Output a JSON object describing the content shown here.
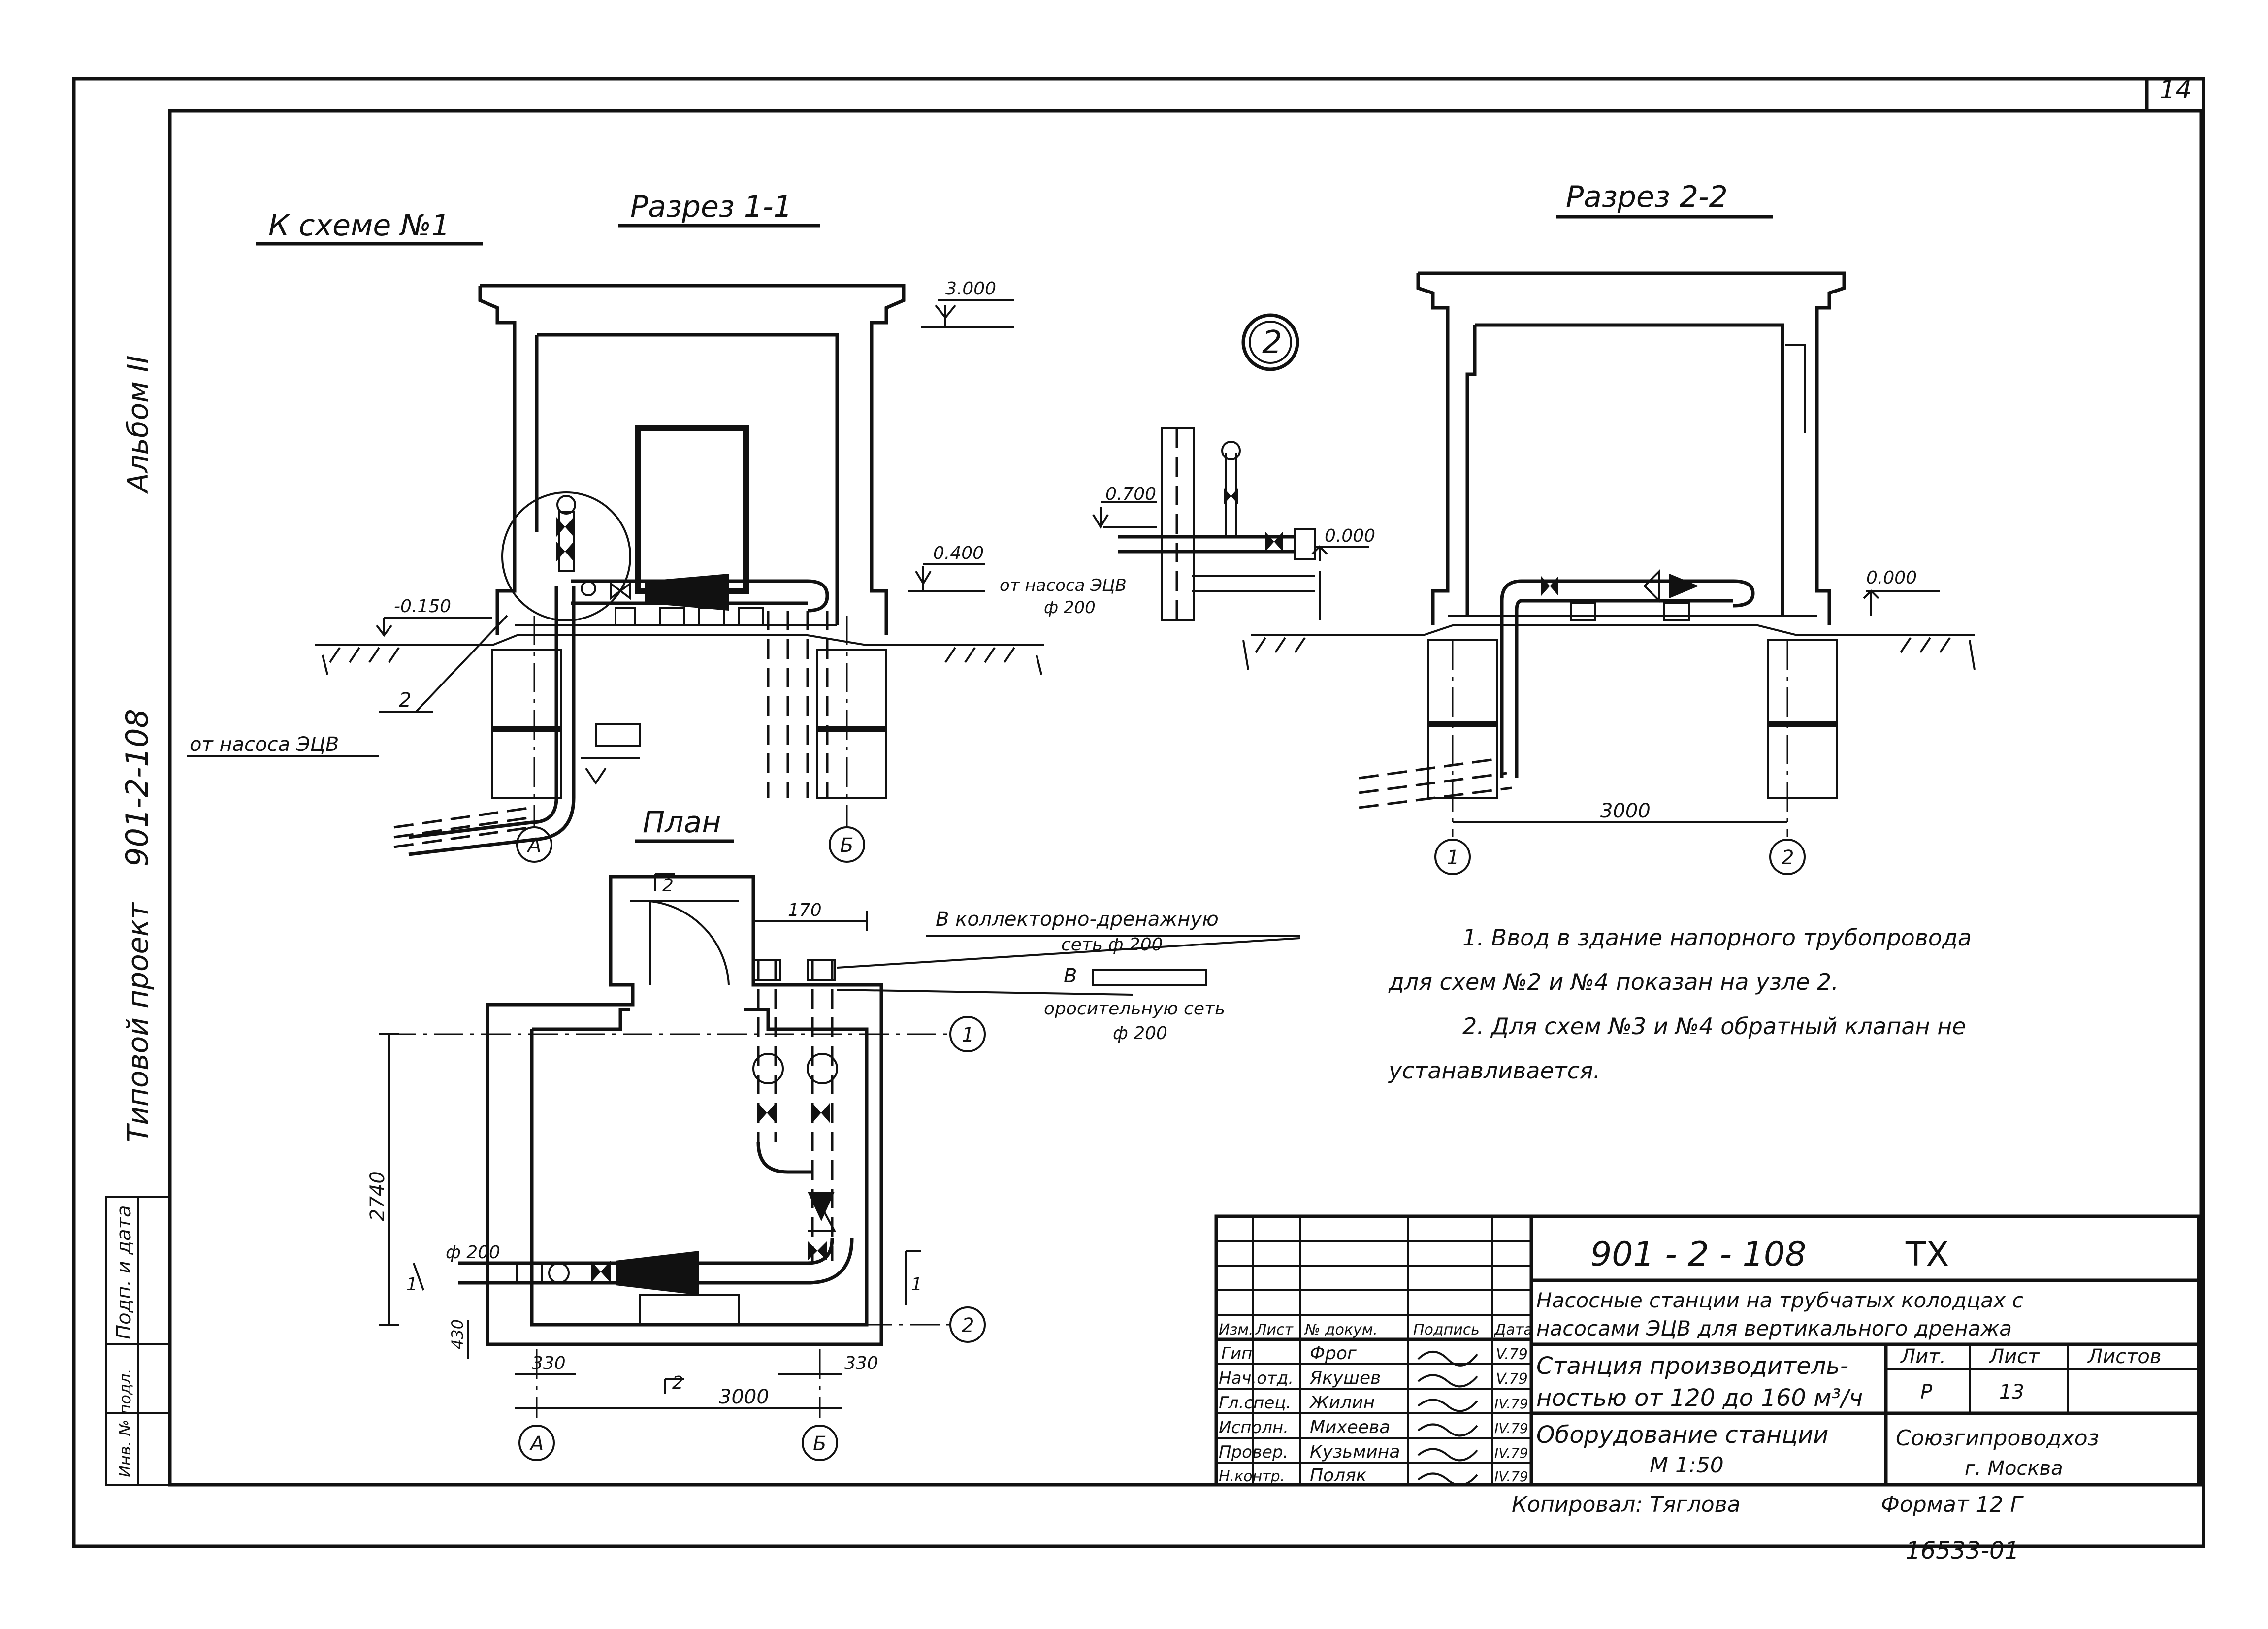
{
  "sheet_number": "14",
  "side_labels": {
    "album": "Альбом II",
    "project_number": "901-2-108",
    "typical_project": "Типовой проект",
    "sign_date": "Подп. и дата",
    "inv_number": "Инв. № подл."
  },
  "views": {
    "scheme_ref": "К схеме №1",
    "section_1": "Разрез 1-1",
    "section_2": "Разрез 2-2",
    "plan": "План",
    "node_number": "2"
  },
  "elevations": {
    "e3000": "3.000",
    "e0400": "0.400",
    "e_0150": "-0.150",
    "e0700": "0.700",
    "e0000_node": "0.000",
    "e0000_sec2": "0.000"
  },
  "callouts": {
    "from_pump": "от насоса ЭЦВ",
    "from_pump_2": "от насоса ЭЦВ",
    "d200": "ф 200",
    "leader_2": "2",
    "to_collector_1": "В коллекторно-дренажную",
    "to_collector_2": "сеть ф 200",
    "to_irrigation_1": "В",
    "to_irrigation_2": "оросительную сеть",
    "to_irrigation_3": "ф 200",
    "plan_d200": "ф 200"
  },
  "axes": {
    "a": "А",
    "b": "Б",
    "one": "1",
    "two": "2"
  },
  "dimensions": {
    "d3000_sec2": "3000",
    "d170": "170",
    "d2740": "2740",
    "d430": "430",
    "d330_left": "330",
    "d330_right": "330",
    "d3000_plan": "3000",
    "cut_2": "2",
    "cut_2b": "2",
    "cut_1_left": "1",
    "cut_1_right": "1"
  },
  "notes": [
    "1. Ввод в здание напорного трубопровода",
    "для схем №2 и №4 показан на узле 2.",
    "2. Для схем №3 и №4 обратный клапан не",
    "устанавливается."
  ],
  "title_block": {
    "code": "901 - 2 - 108",
    "code_suffix": "ТХ",
    "title_line1": "Насосные станции на трубчатых колодцах с",
    "title_line2": "насосами ЭЦВ для вертикального дренажа",
    "station_line1": "Станция производитель-",
    "station_line2": "ностью от 120 до 160 м³/ч",
    "equip_line1": "Оборудование станции",
    "equip_line2": "М 1:50",
    "col_headers": [
      "Изм.",
      "Лист",
      "№ докум.",
      "Подпись",
      "Дата"
    ],
    "roles": [
      "Гип",
      "Нач.отд.",
      "Гл.спец.",
      "Исполн.",
      "Провер.",
      "Н.контр."
    ],
    "names": [
      "Фрог",
      "Якушев",
      "Жилин",
      "Михеева",
      "Кузьмина",
      "Поляк"
    ],
    "dates": [
      "V.79",
      "V.79",
      "IV.79",
      "IV.79",
      "IV.79",
      "IV.79"
    ],
    "lit_label": "Лит.",
    "sheet_label": "Лист",
    "sheets_label": "Листов",
    "lit_value": "Р",
    "sheet_value": "13",
    "org_line1": "Союзгипроводхоз",
    "org_line2": "г. Москва"
  },
  "footer": {
    "copied": "Копировал: Тяглова",
    "format": "Формат 12 Г",
    "archive": "16533-01"
  }
}
